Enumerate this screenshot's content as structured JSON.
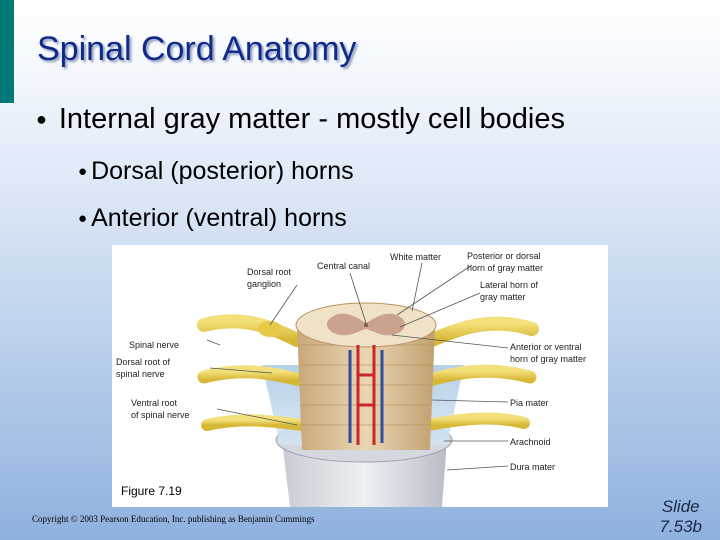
{
  "slide": {
    "title": "Spinal Cord Anatomy",
    "bullets": [
      {
        "text": "Internal gray matter - mostly cell bodies",
        "level": 1
      },
      {
        "text": "Dorsal (posterior) horns",
        "level": 2
      },
      {
        "text": "Anterior (ventral) horns",
        "level": 2
      }
    ],
    "bullet_glyph": "●",
    "accent_color": "#007a78",
    "title_color": "#0e2a8a"
  },
  "figure": {
    "caption": "Figure 7.19",
    "labels": {
      "dorsal_root_ganglion_1": "Dorsal root",
      "dorsal_root_ganglion_2": "ganglion",
      "central_canal": "Central canal",
      "white_matter": "White matter",
      "posterior_horn_1": "Posterior or dorsal",
      "posterior_horn_2": "horn of gray matter",
      "lateral_horn_1": "Lateral horn of",
      "lateral_horn_2": "gray matter",
      "spinal_nerve": "Spinal nerve",
      "dorsal_root_1": "Dorsal root of",
      "dorsal_root_2": "spinal nerve",
      "anterior_horn_1": "Anterior or ventral",
      "anterior_horn_2": "horn of gray matter",
      "ventral_root_1": "Ventral root",
      "ventral_root_2": "of spinal nerve",
      "pia_mater": "Pia mater",
      "arachnoid": "Arachnoid",
      "dura_mater": "Dura mater"
    }
  },
  "footer": {
    "copyright": "Copyright © 2003 Pearson Education, Inc. publishing as Benjamin Cummings",
    "slide_label": "Slide",
    "slide_number": "7.53b"
  }
}
